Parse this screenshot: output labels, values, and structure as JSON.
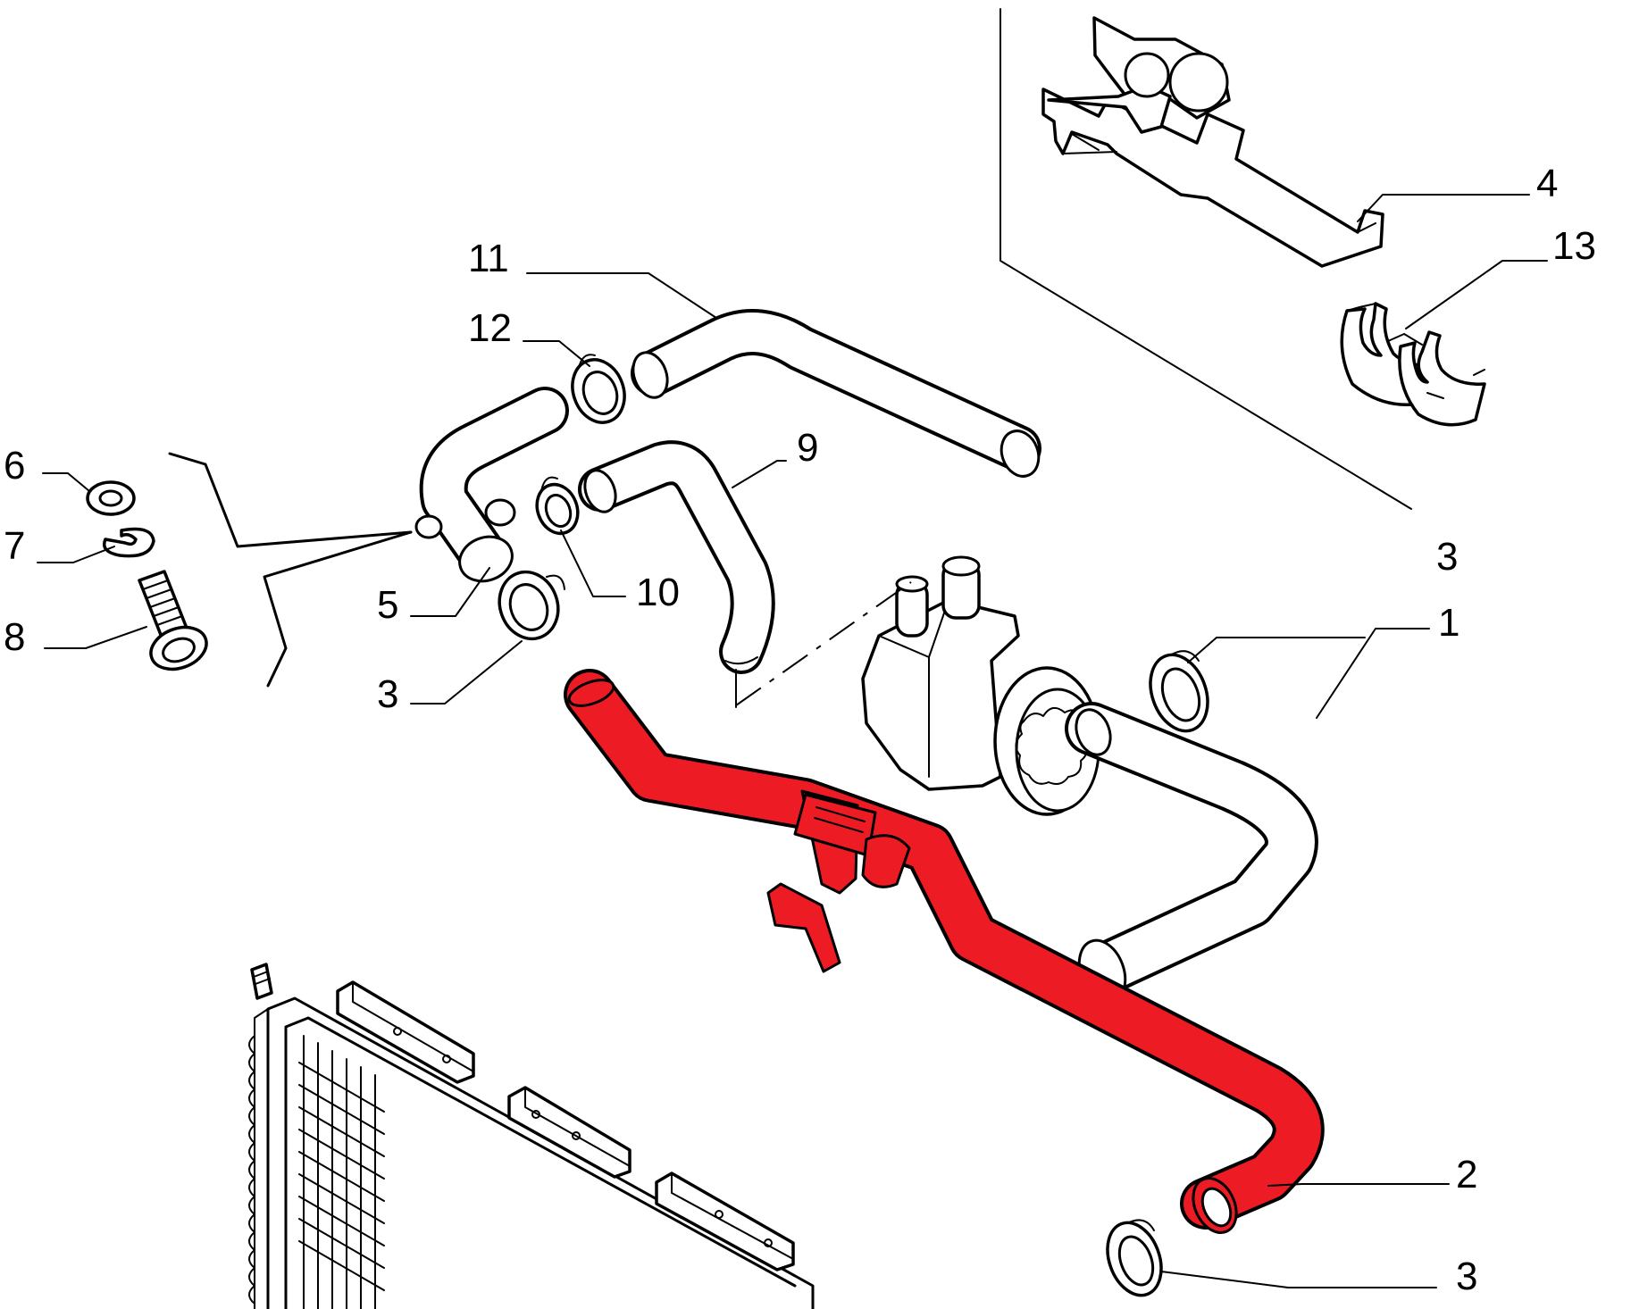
{
  "callouts": [
    {
      "label": "1"
    },
    {
      "label": "2"
    },
    {
      "label": "3"
    },
    {
      "label": "3"
    },
    {
      "label": "3"
    },
    {
      "label": "4"
    },
    {
      "label": "5"
    },
    {
      "label": "6"
    },
    {
      "label": "7"
    },
    {
      "label": "8"
    },
    {
      "label": "9"
    },
    {
      "label": "10"
    },
    {
      "label": "11"
    },
    {
      "label": "12"
    },
    {
      "label": "13"
    }
  ],
  "colors": {
    "highlight": "#ED1C24",
    "outline": "#000000",
    "background": "#ffffff"
  }
}
